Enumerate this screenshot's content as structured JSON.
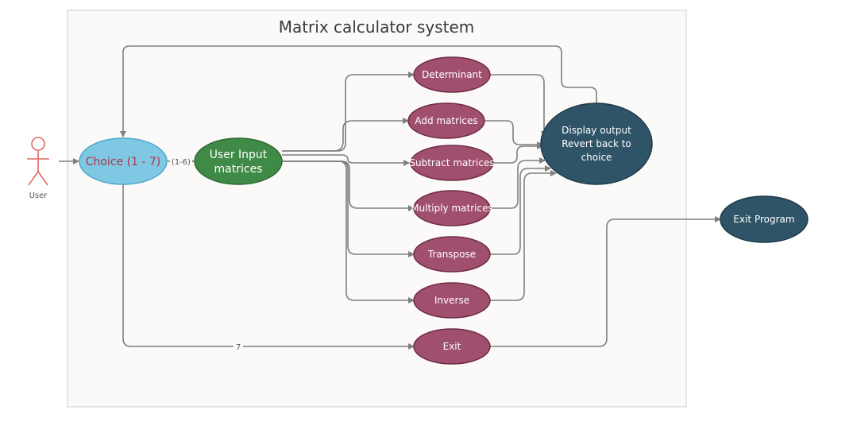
{
  "title": "Matrix calculator system",
  "actor": {
    "label": "User",
    "icon": "stick-figure-icon"
  },
  "nodes": {
    "choice": "Choice (1 - 7)",
    "user_input": [
      "User Input",
      "matrices"
    ],
    "determinant": "Determinant",
    "add": "Add matrices",
    "subtract": "Subtract matrices",
    "multiply": "Multiply matrices",
    "transpose": "Transpose",
    "inverse": "Inverse",
    "exit": "Exit",
    "display": [
      "Display output",
      "Revert back to",
      "choice"
    ],
    "exit_program": "Exit Program"
  },
  "edge_labels": {
    "choice_to_input": "(1-6)",
    "choice_to_exit": "7"
  },
  "colors": {
    "operation": "#a0506e",
    "choice": "#7ec8e3",
    "choice_text": "#b0334b",
    "user_input": "#3f8a46",
    "display": "#2f5468",
    "actor": "#e06b60"
  }
}
